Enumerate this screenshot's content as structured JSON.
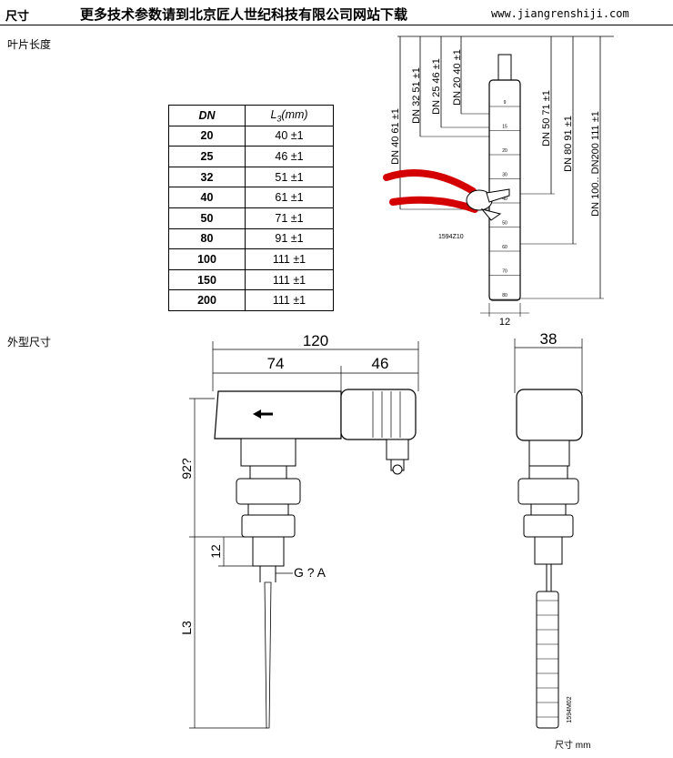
{
  "header": {
    "section_title": "尺寸",
    "center_text": "更多技术参数请到北京匠人世纪科技有限公司网站下载",
    "url": "www.jiangrenshiji.com"
  },
  "blade_section": {
    "label": "叶片长度",
    "table": {
      "col_dn": "DN",
      "col_l3": "L3(mm)",
      "rows": [
        {
          "dn": "20",
          "l3": "40 ±1"
        },
        {
          "dn": "25",
          "l3": "46 ±1"
        },
        {
          "dn": "32",
          "l3": "51 ±1"
        },
        {
          "dn": "40",
          "l3": "61 ±1"
        },
        {
          "dn": "50",
          "l3": "71 ±1"
        },
        {
          "dn": "80",
          "l3": "91 ±1"
        },
        {
          "dn": "100",
          "l3": "111 ±1"
        },
        {
          "dn": "150",
          "l3": "111 ±1"
        },
        {
          "dn": "200",
          "l3": "111 ±1"
        }
      ]
    },
    "drawing": {
      "dim_labels": [
        "DN 40  61 ±1",
        "DN 32  51 ±1",
        "DN 25  46 ±1",
        "DN 20  40 ±1",
        "DN 50  71 ±1",
        "DN 80  91 ±1",
        "DN 100.. DN200     111 ±1"
      ],
      "scale_marks": [
        "9",
        "15",
        "20",
        "30",
        "40",
        "50",
        "60",
        "70",
        "80"
      ],
      "code": "1594Z10",
      "width": "12"
    }
  },
  "outline_section": {
    "label": "外型尺寸",
    "dims": {
      "total_width": "120",
      "body_width": "74",
      "connector_width": "46",
      "height": "92?",
      "thread_len": "12",
      "thread": "G ? A",
      "blade_len": "L3",
      "side_width": "38"
    },
    "code": "1594M02",
    "unit_note": "尺寸 mm"
  }
}
